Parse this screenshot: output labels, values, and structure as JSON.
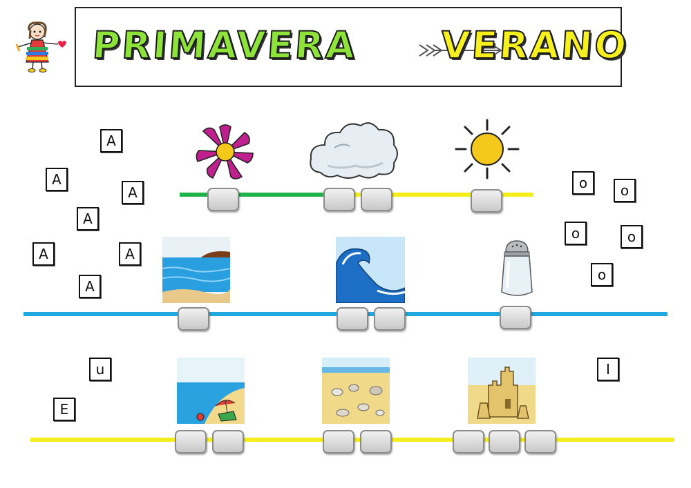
{
  "header": {
    "word_from": "PRIMAVERA",
    "word_to": "VERANO",
    "color_from": "#8ee33a",
    "color_to": "#f6f01e"
  },
  "colors": {
    "green_line": "#1fb24a",
    "yellow_line": "#f4ee1a",
    "blue_line": "#21a8e0",
    "sun": "#f5c91b",
    "flower": "#c0208e"
  },
  "tiles": [
    {
      "letter": "A"
    },
    {
      "letter": "A"
    },
    {
      "letter": "A"
    },
    {
      "letter": "A"
    },
    {
      "letter": "A"
    },
    {
      "letter": "A"
    },
    {
      "letter": "A"
    },
    {
      "letter": "o"
    },
    {
      "letter": "o"
    },
    {
      "letter": "o"
    },
    {
      "letter": "o"
    },
    {
      "letter": "o"
    },
    {
      "letter": "u"
    },
    {
      "letter": "E"
    },
    {
      "letter": "I"
    }
  ],
  "rows": [
    {
      "pictures": [
        "flower-icon",
        "cloud-icon",
        "sun-icon"
      ],
      "slots_per_picture": [
        1,
        2,
        1
      ]
    },
    {
      "pictures": [
        "sea-picture",
        "wave-picture",
        "salt-shaker-picture"
      ],
      "slots_per_picture": [
        1,
        2,
        1
      ]
    },
    {
      "pictures": [
        "beach-picture",
        "sand-shells-picture",
        "sandcastle-picture"
      ],
      "slots_per_picture": [
        2,
        2,
        3
      ]
    }
  ]
}
